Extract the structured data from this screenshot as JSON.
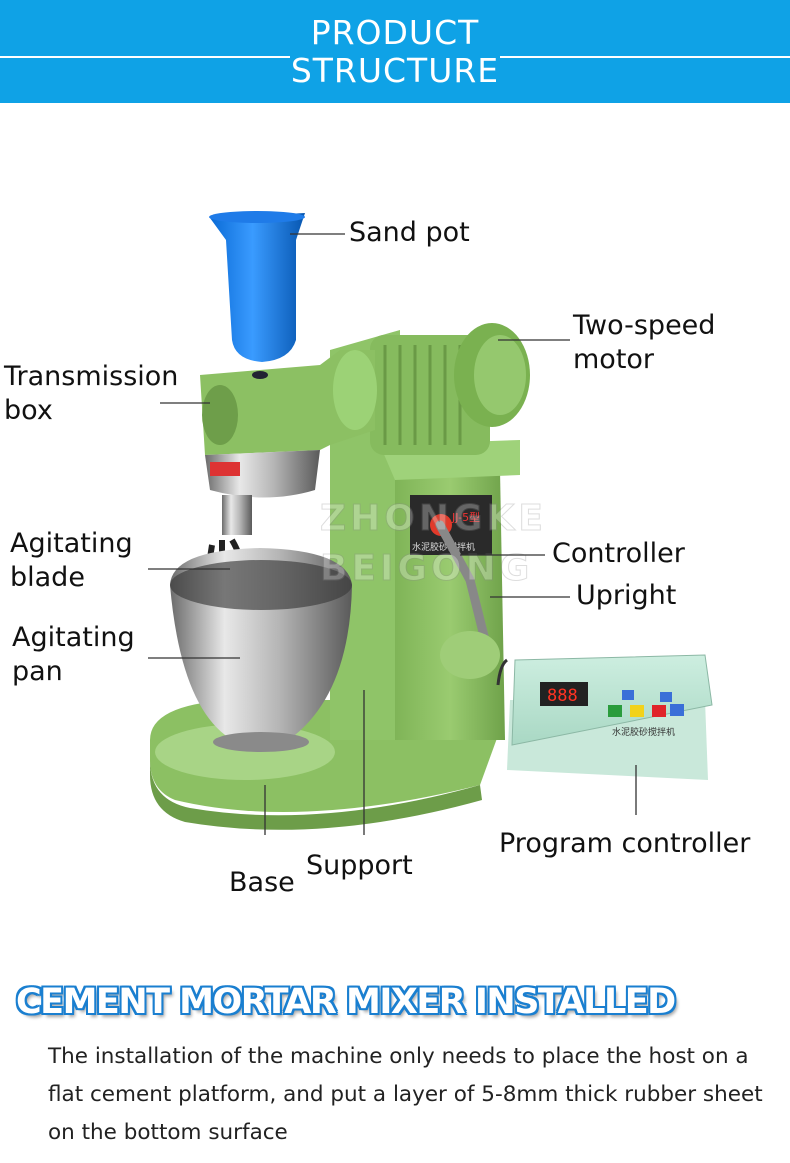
{
  "header": {
    "title_line1": "PRODUCT",
    "title_line2": "STRUCTURE",
    "bg_color": "#0fa2e6"
  },
  "watermark": {
    "line1": "ZHONGKE",
    "line2": "BEIGONG"
  },
  "machine": {
    "panel_text": "水泥胶砂搅拌机",
    "model_tag": "JJ-5型",
    "display_digits": "888",
    "body_color": "#8cc063"
  },
  "labels": {
    "sand_pot": "Sand pot",
    "two_speed_motor": "Two-speed\nmotor",
    "transmission_box": "Transmission\nbox",
    "controller": "Controller",
    "upright": "Upright",
    "agitating_blade": "Agitating\nblade",
    "agitating_pan": "Agitating\npan",
    "program_controller": "Program controller",
    "support": "Support",
    "base": "Base"
  },
  "install": {
    "title": "CEMENT MORTAR MIXER INSTALLED",
    "text": "The installation of the machine only needs to place the host on a flat cement platform, and put a layer of 5-8mm thick rubber sheet on the bottom surface",
    "title_color": "#1a7fd0"
  }
}
